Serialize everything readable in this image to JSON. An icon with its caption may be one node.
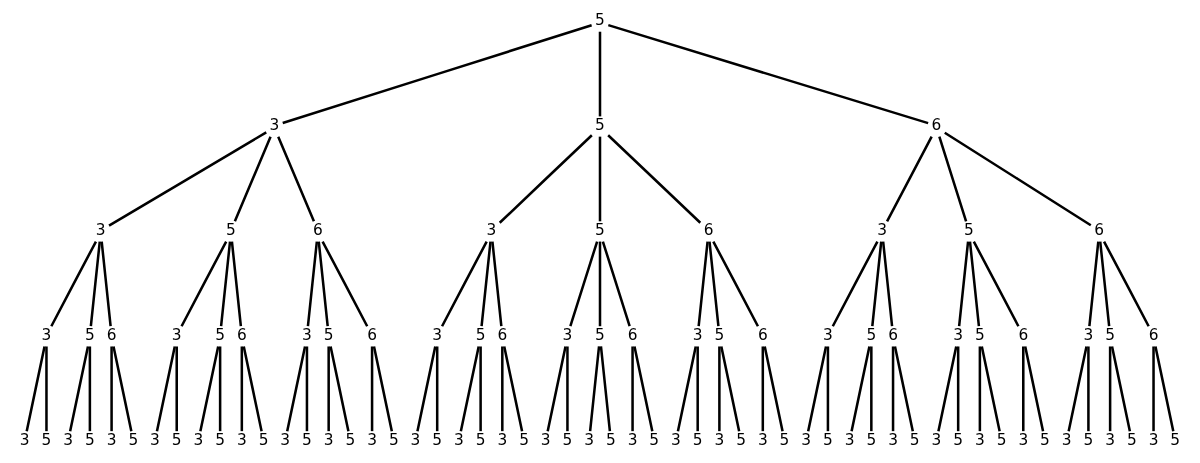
{
  "diagram": {
    "nodes": [
      {
        "text": [
          "5"
        ]
      },
      {
        "text": [
          "3"
        ]
      },
      {
        "text": [
          "5"
        ]
      },
      {
        "text": [
          "6"
        ]
      },
      {
        "text": [
          "3"
        ]
      },
      {
        "text": [
          "5"
        ]
      },
      {
        "text": [
          "6"
        ]
      },
      {
        "text": [
          "3"
        ]
      },
      {
        "text": [
          "5"
        ]
      },
      {
        "text": [
          "6"
        ]
      },
      {
        "text": [
          "3"
        ]
      },
      {
        "text": [
          "5"
        ]
      },
      {
        "text": [
          "6"
        ]
      },
      {
        "text": [
          "3"
        ]
      },
      {
        "text": [
          "5"
        ]
      },
      {
        "text": [
          "6"
        ]
      },
      {
        "text": [
          "3"
        ]
      },
      {
        "text": [
          "5"
        ]
      },
      {
        "text": [
          "6"
        ]
      },
      {
        "text": [
          "3"
        ]
      },
      {
        "text": [
          "5"
        ]
      },
      {
        "text": [
          "6"
        ]
      },
      {
        "text": [
          "3"
        ]
      },
      {
        "text": [
          "5"
        ]
      },
      {
        "text": [
          "6"
        ]
      },
      {
        "text": [
          "3"
        ]
      },
      {
        "text": [
          "5"
        ]
      },
      {
        "text": [
          "6"
        ]
      },
      {
        "text": [
          "3"
        ]
      },
      {
        "text": [
          "5"
        ]
      },
      {
        "text": [
          "6"
        ]
      },
      {
        "text": [
          "3"
        ]
      },
      {
        "text": [
          "5"
        ]
      },
      {
        "text": [
          "6"
        ]
      },
      {
        "text": [
          "3"
        ]
      },
      {
        "text": [
          "5"
        ]
      },
      {
        "text": [
          "6"
        ]
      },
      {
        "text": [
          "3"
        ]
      },
      {
        "text": [
          "5"
        ]
      },
      {
        "text": [
          "6"
        ]
      },
      {
        "text": [
          "3"
        ]
      },
      {
        "text": [
          "5"
        ]
      },
      {
        "text": [
          "3"
        ]
      },
      {
        "text": [
          "5"
        ]
      },
      {
        "text": [
          "3"
        ]
      },
      {
        "text": [
          "5"
        ]
      },
      {
        "text": [
          "3"
        ]
      },
      {
        "text": [
          "5"
        ]
      },
      {
        "text": [
          "3"
        ]
      },
      {
        "text": [
          "5"
        ]
      },
      {
        "text": [
          "3"
        ]
      },
      {
        "text": [
          "5"
        ]
      },
      {
        "text": [
          "3"
        ]
      },
      {
        "text": [
          "5"
        ]
      },
      {
        "text": [
          "3"
        ]
      },
      {
        "text": [
          "5"
        ]
      },
      {
        "text": [
          "3"
        ]
      },
      {
        "text": [
          "5"
        ]
      },
      {
        "text": [
          "3"
        ]
      },
      {
        "text": [
          "5"
        ]
      },
      {
        "text": [
          "3"
        ]
      },
      {
        "text": [
          "5"
        ]
      },
      {
        "text": [
          "3"
        ]
      },
      {
        "text": [
          "5"
        ]
      },
      {
        "text": [
          "3"
        ]
      },
      {
        "text": [
          "5"
        ]
      },
      {
        "text": [
          "3"
        ]
      },
      {
        "text": [
          "5"
        ]
      },
      {
        "text": [
          "3"
        ]
      },
      {
        "text": [
          "5"
        ]
      },
      {
        "text": [
          "3"
        ]
      },
      {
        "text": [
          "5"
        ]
      },
      {
        "text": [
          "3"
        ]
      },
      {
        "text": [
          "5"
        ]
      },
      {
        "text": [
          "3"
        ]
      },
      {
        "text": [
          "5"
        ]
      },
      {
        "text": [
          "3"
        ]
      },
      {
        "text": [
          "5"
        ]
      },
      {
        "text": [
          "3"
        ]
      },
      {
        "text": [
          "5"
        ]
      },
      {
        "text": [
          "3"
        ]
      },
      {
        "text": [
          "5"
        ]
      },
      {
        "text": [
          "3"
        ]
      },
      {
        "text": [
          "5"
        ]
      },
      {
        "text": [
          "3"
        ]
      },
      {
        "text": [
          "5"
        ]
      },
      {
        "text": [
          "3"
        ]
      },
      {
        "text": [
          "5"
        ]
      },
      {
        "text": [
          "3"
        ]
      },
      {
        "text": [
          "5"
        ]
      },
      {
        "text": [
          "3"
        ]
      },
      {
        "text": [
          "5"
        ]
      },
      {
        "text": [
          "3"
        ]
      },
      {
        "text": [
          "5"
        ]
      }
    ],
    "edges": [
      {
        "from": 0,
        "to": 1,
        "arrow": "none"
      },
      {
        "from": 0,
        "to": 2,
        "arrow": "none"
      },
      {
        "from": 0,
        "to": 3,
        "arrow": "none"
      },
      {
        "from": 1,
        "to": 4,
        "arrow": "none"
      },
      {
        "from": 1,
        "to": 5,
        "arrow": "none"
      },
      {
        "from": 1,
        "to": 6,
        "arrow": "none"
      },
      {
        "from": 2,
        "to": 7,
        "arrow": "none"
      },
      {
        "from": 2,
        "to": 8,
        "arrow": "none"
      },
      {
        "from": 2,
        "to": 9,
        "arrow": "none"
      },
      {
        "from": 3,
        "to": 10,
        "arrow": "none"
      },
      {
        "from": 3,
        "to": 11,
        "arrow": "none"
      },
      {
        "from": 3,
        "to": 12,
        "arrow": "none"
      },
      {
        "from": 4,
        "to": 13,
        "arrow": "none"
      },
      {
        "from": 4,
        "to": 14,
        "arrow": "none"
      },
      {
        "from": 4,
        "to": 15,
        "arrow": "none"
      },
      {
        "from": 5,
        "to": 16,
        "arrow": "none"
      },
      {
        "from": 5,
        "to": 17,
        "arrow": "none"
      },
      {
        "from": 5,
        "to": 18,
        "arrow": "none"
      },
      {
        "from": 6,
        "to": 19,
        "arrow": "none"
      },
      {
        "from": 6,
        "to": 20,
        "arrow": "none"
      },
      {
        "from": 6,
        "to": 21,
        "arrow": "none"
      },
      {
        "from": 7,
        "to": 22,
        "arrow": "none"
      },
      {
        "from": 7,
        "to": 23,
        "arrow": "none"
      },
      {
        "from": 7,
        "to": 24,
        "arrow": "none"
      },
      {
        "from": 8,
        "to": 25,
        "arrow": "none"
      },
      {
        "from": 8,
        "to": 26,
        "arrow": "none"
      },
      {
        "from": 8,
        "to": 27,
        "arrow": "none"
      },
      {
        "from": 9,
        "to": 28,
        "arrow": "none"
      },
      {
        "from": 9,
        "to": 29,
        "arrow": "none"
      },
      {
        "from": 9,
        "to": 30,
        "arrow": "none"
      },
      {
        "from": 10,
        "to": 31,
        "arrow": "none"
      },
      {
        "from": 10,
        "to": 32,
        "arrow": "none"
      },
      {
        "from": 10,
        "to": 33,
        "arrow": "none"
      },
      {
        "from": 11,
        "to": 34,
        "arrow": "none"
      },
      {
        "from": 11,
        "to": 35,
        "arrow": "none"
      },
      {
        "from": 11,
        "to": 36,
        "arrow": "none"
      },
      {
        "from": 12,
        "to": 37,
        "arrow": "none"
      },
      {
        "from": 12,
        "to": 38,
        "arrow": "none"
      },
      {
        "from": 12,
        "to": 39,
        "arrow": "none"
      },
      {
        "from": 13,
        "to": 40,
        "arrow": "none"
      },
      {
        "from": 13,
        "to": 41,
        "arrow": "none"
      },
      {
        "from": 14,
        "to": 42,
        "arrow": "none"
      },
      {
        "from": 14,
        "to": 43,
        "arrow": "none"
      },
      {
        "from": 15,
        "to": 44,
        "arrow": "none"
      },
      {
        "from": 15,
        "to": 45,
        "arrow": "none"
      },
      {
        "from": 16,
        "to": 46,
        "arrow": "none"
      },
      {
        "from": 16,
        "to": 47,
        "arrow": "none"
      },
      {
        "from": 17,
        "to": 48,
        "arrow": "none"
      },
      {
        "from": 17,
        "to": 49,
        "arrow": "none"
      },
      {
        "from": 18,
        "to": 50,
        "arrow": "none"
      },
      {
        "from": 18,
        "to": 51,
        "arrow": "none"
      },
      {
        "from": 19,
        "to": 52,
        "arrow": "none"
      },
      {
        "from": 19,
        "to": 53,
        "arrow": "none"
      },
      {
        "from": 20,
        "to": 54,
        "arrow": "none"
      },
      {
        "from": 20,
        "to": 55,
        "arrow": "none"
      },
      {
        "from": 21,
        "to": 56,
        "arrow": "none"
      },
      {
        "from": 21,
        "to": 57,
        "arrow": "none"
      },
      {
        "from": 22,
        "to": 58,
        "arrow": "none"
      },
      {
        "from": 22,
        "to": 59,
        "arrow": "none"
      },
      {
        "from": 23,
        "to": 60,
        "arrow": "none"
      },
      {
        "from": 23,
        "to": 61,
        "arrow": "none"
      },
      {
        "from": 24,
        "to": 62,
        "arrow": "none"
      },
      {
        "from": 24,
        "to": 63,
        "arrow": "none"
      },
      {
        "from": 25,
        "to": 64,
        "arrow": "none"
      },
      {
        "from": 25,
        "to": 65,
        "arrow": "none"
      },
      {
        "from": 26,
        "to": 66,
        "arrow": "none"
      },
      {
        "from": 26,
        "to": 67,
        "arrow": "none"
      },
      {
        "from": 27,
        "to": 68,
        "arrow": "none"
      },
      {
        "from": 27,
        "to": 69,
        "arrow": "none"
      },
      {
        "from": 28,
        "to": 70,
        "arrow": "none"
      },
      {
        "from": 28,
        "to": 71,
        "arrow": "none"
      },
      {
        "from": 29,
        "to": 72,
        "arrow": "none"
      },
      {
        "from": 29,
        "to": 73,
        "arrow": "none"
      },
      {
        "from": 30,
        "to": 74,
        "arrow": "none"
      },
      {
        "from": 30,
        "to": 75,
        "arrow": "none"
      },
      {
        "from": 31,
        "to": 76,
        "arrow": "none"
      },
      {
        "from": 31,
        "to": 77,
        "arrow": "none"
      },
      {
        "from": 32,
        "to": 78,
        "arrow": "none"
      },
      {
        "from": 32,
        "to": 79,
        "arrow": "none"
      },
      {
        "from": 33,
        "to": 80,
        "arrow": "none"
      },
      {
        "from": 33,
        "to": 81,
        "arrow": "none"
      },
      {
        "from": 34,
        "to": 82,
        "arrow": "none"
      },
      {
        "from": 34,
        "to": 83,
        "arrow": "none"
      },
      {
        "from": 35,
        "to": 84,
        "arrow": "none"
      },
      {
        "from": 35,
        "to": 85,
        "arrow": "none"
      },
      {
        "from": 36,
        "to": 86,
        "arrow": "none"
      },
      {
        "from": 36,
        "to": 87,
        "arrow": "none"
      },
      {
        "from": 37,
        "to": 88,
        "arrow": "none"
      },
      {
        "from": 37,
        "to": 89,
        "arrow": "none"
      },
      {
        "from": 38,
        "to": 90,
        "arrow": "none"
      },
      {
        "from": 38,
        "to": 91,
        "arrow": "none"
      },
      {
        "from": 39,
        "to": 92,
        "arrow": "none"
      },
      {
        "from": 39,
        "to": 93,
        "arrow": "none"
      }
    ]
  }
}
